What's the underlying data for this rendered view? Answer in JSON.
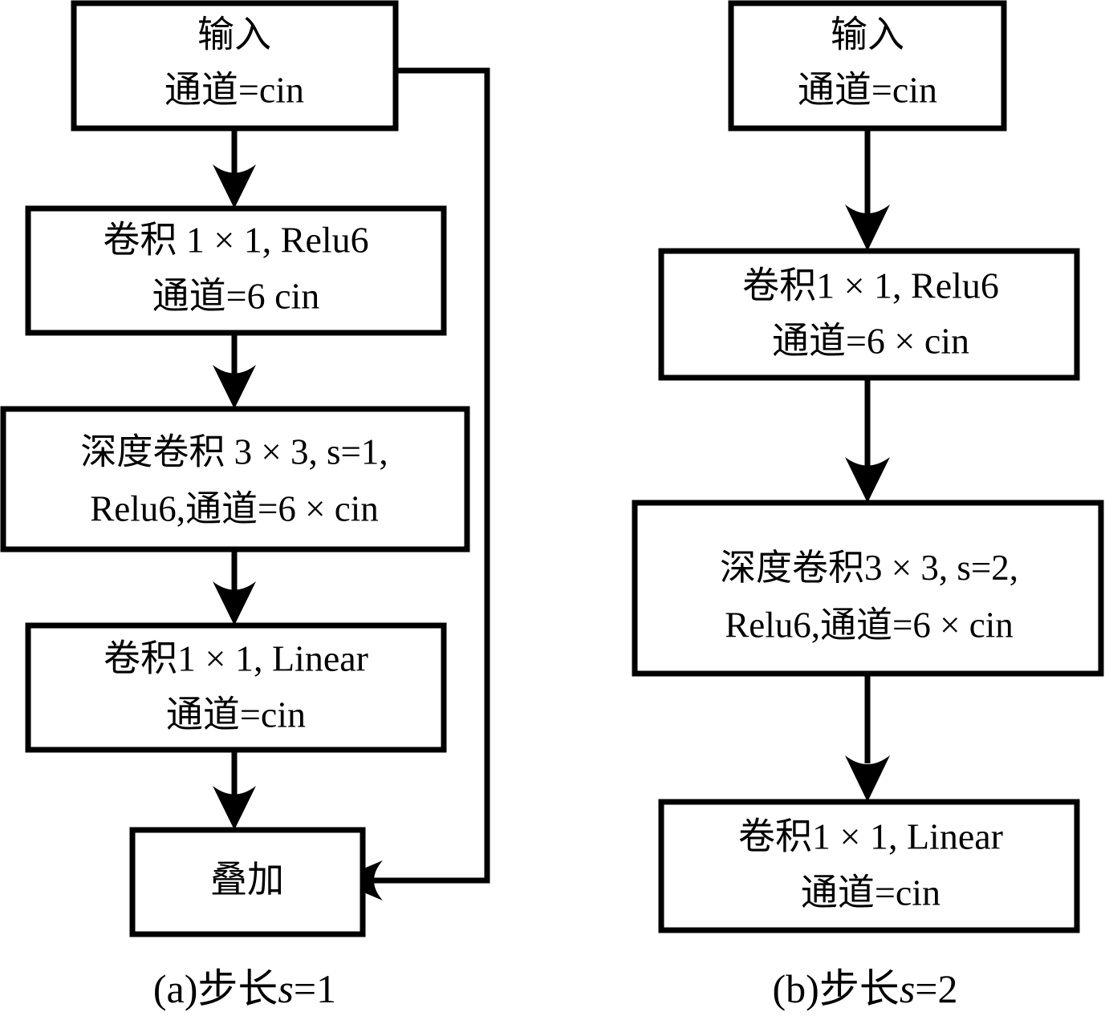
{
  "figure": {
    "title": "MobileNetV2 inverted residual block structure",
    "background_color": "#ffffff",
    "line_color": "#000000",
    "text_color": "#000000"
  },
  "panels": [
    {
      "id": "panel-a",
      "caption_prefix": "(a)",
      "caption_label": "步长",
      "caption_var": "s",
      "caption_value": "=1",
      "caption_full": "(a)步长s=1",
      "nodes": [
        {
          "id": "a-input",
          "name": "input-node",
          "line1": "输入",
          "line2": "通道=cin"
        },
        {
          "id": "a-conv1",
          "name": "conv-1x1-relu6-node",
          "line1": "卷积 1 × 1, Relu6",
          "line2": "通道=6 cin"
        },
        {
          "id": "a-dwconv",
          "name": "depthwise-conv-node",
          "line1": "深度卷积 3 × 3, s=1,",
          "line2": "Relu6,通道=6 × cin"
        },
        {
          "id": "a-conv2",
          "name": "conv-1x1-linear-node",
          "line1": "卷积1 × 1, Linear",
          "line2": "通道=cin"
        },
        {
          "id": "a-add",
          "name": "add-node",
          "line1": "叠加",
          "line2": ""
        }
      ],
      "edges": [
        {
          "name": "edge-input-to-conv1",
          "from": "a-input",
          "to": "a-conv1",
          "kind": "arrow-down"
        },
        {
          "name": "edge-conv1-to-dwconv",
          "from": "a-conv1",
          "to": "a-dwconv",
          "kind": "arrow-down"
        },
        {
          "name": "edge-dwconv-to-conv2",
          "from": "a-dwconv",
          "to": "a-conv2",
          "kind": "arrow-down"
        },
        {
          "name": "edge-conv2-to-add",
          "from": "a-conv2",
          "to": "a-add",
          "kind": "arrow-down"
        },
        {
          "name": "edge-skip-connection",
          "from": "a-input",
          "to": "a-add",
          "kind": "skip-right-down-left"
        }
      ]
    },
    {
      "id": "panel-b",
      "caption_prefix": "(b)",
      "caption_label": "步长",
      "caption_var": "s",
      "caption_value": "=2",
      "caption_full": "(b)步长s=2",
      "nodes": [
        {
          "id": "b-input",
          "name": "input-node",
          "line1": "输入",
          "line2": "通道=cin"
        },
        {
          "id": "b-conv1",
          "name": "conv-1x1-relu6-node",
          "line1": "卷积1 × 1, Relu6",
          "line2": "通道=6 × cin"
        },
        {
          "id": "b-dwconv",
          "name": "depthwise-conv-node",
          "line1": "深度卷积3 × 3, s=2,",
          "line2": "Relu6,通道=6 × cin"
        },
        {
          "id": "b-conv2",
          "name": "conv-1x1-linear-node",
          "line1": "卷积1 × 1, Linear",
          "line2": "通道=cin"
        }
      ],
      "edges": [
        {
          "name": "edge-input-to-conv1",
          "from": "b-input",
          "to": "b-conv1",
          "kind": "arrow-down"
        },
        {
          "name": "edge-conv1-to-dwconv",
          "from": "b-conv1",
          "to": "b-dwconv",
          "kind": "arrow-down"
        },
        {
          "name": "edge-dwconv-to-conv2",
          "from": "b-dwconv",
          "to": "b-conv2",
          "kind": "arrow-down"
        }
      ]
    }
  ]
}
